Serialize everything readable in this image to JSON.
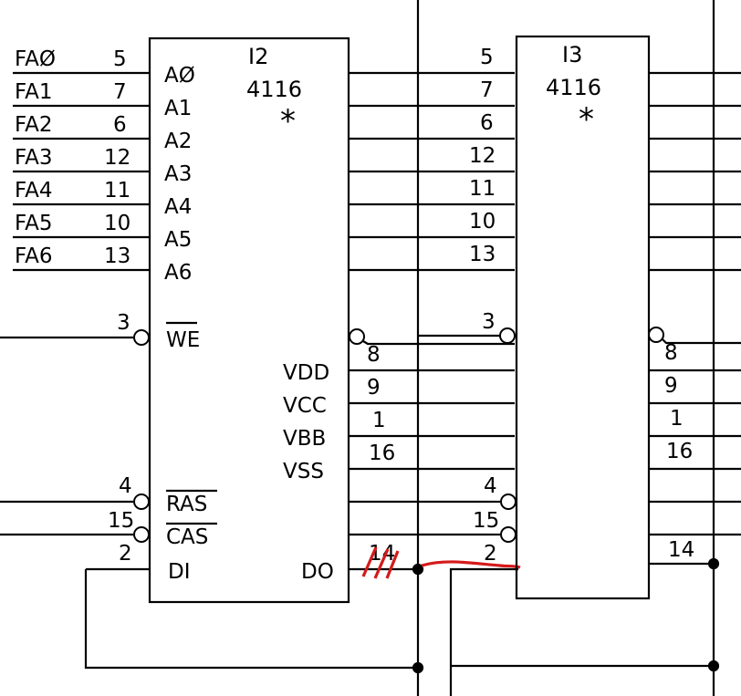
{
  "colors": {
    "ink": "#000000",
    "annotation": "#d41a1a",
    "paper": "#ffffff"
  },
  "chip_i2": {
    "ref": "I2",
    "part": "4116",
    "star": "*",
    "left_pins": [
      {
        "signal": "FAØ",
        "pin": "5",
        "label": "AØ"
      },
      {
        "signal": "FA1",
        "pin": "7",
        "label": "A1"
      },
      {
        "signal": "FA2",
        "pin": "6",
        "label": "A2"
      },
      {
        "signal": "FA3",
        "pin": "12",
        "label": "A3"
      },
      {
        "signal": "FA4",
        "pin": "11",
        "label": "A4"
      },
      {
        "signal": "FA5",
        "pin": "10",
        "label": "A5"
      },
      {
        "signal": "FA6",
        "pin": "13",
        "label": "A6"
      }
    ],
    "we": {
      "pin": "3",
      "label": "WE"
    },
    "ras": {
      "pin": "4",
      "label": "RAS"
    },
    "cas": {
      "pin": "15",
      "label": "CAS"
    },
    "di": {
      "pin": "2",
      "label": "DI"
    },
    "do": {
      "pin": "14",
      "label": "DO"
    },
    "right_bubble_pin": "8",
    "power": [
      {
        "label": "VDD",
        "pin": "9"
      },
      {
        "label": "VCC",
        "pin": "1"
      },
      {
        "label": "VBB",
        "pin": "16"
      },
      {
        "label": "VSS",
        "pin": ""
      }
    ]
  },
  "chip_i3": {
    "ref": "I3",
    "part": "4116",
    "star": "*",
    "left_pins": [
      "5",
      "7",
      "6",
      "12",
      "11",
      "10",
      "13"
    ],
    "we_pin": "3",
    "ras_pin": "4",
    "cas_pin": "15",
    "di_pin": "2",
    "right_pins": [
      "8",
      "9",
      "1",
      "16"
    ],
    "do_pin": "14"
  }
}
